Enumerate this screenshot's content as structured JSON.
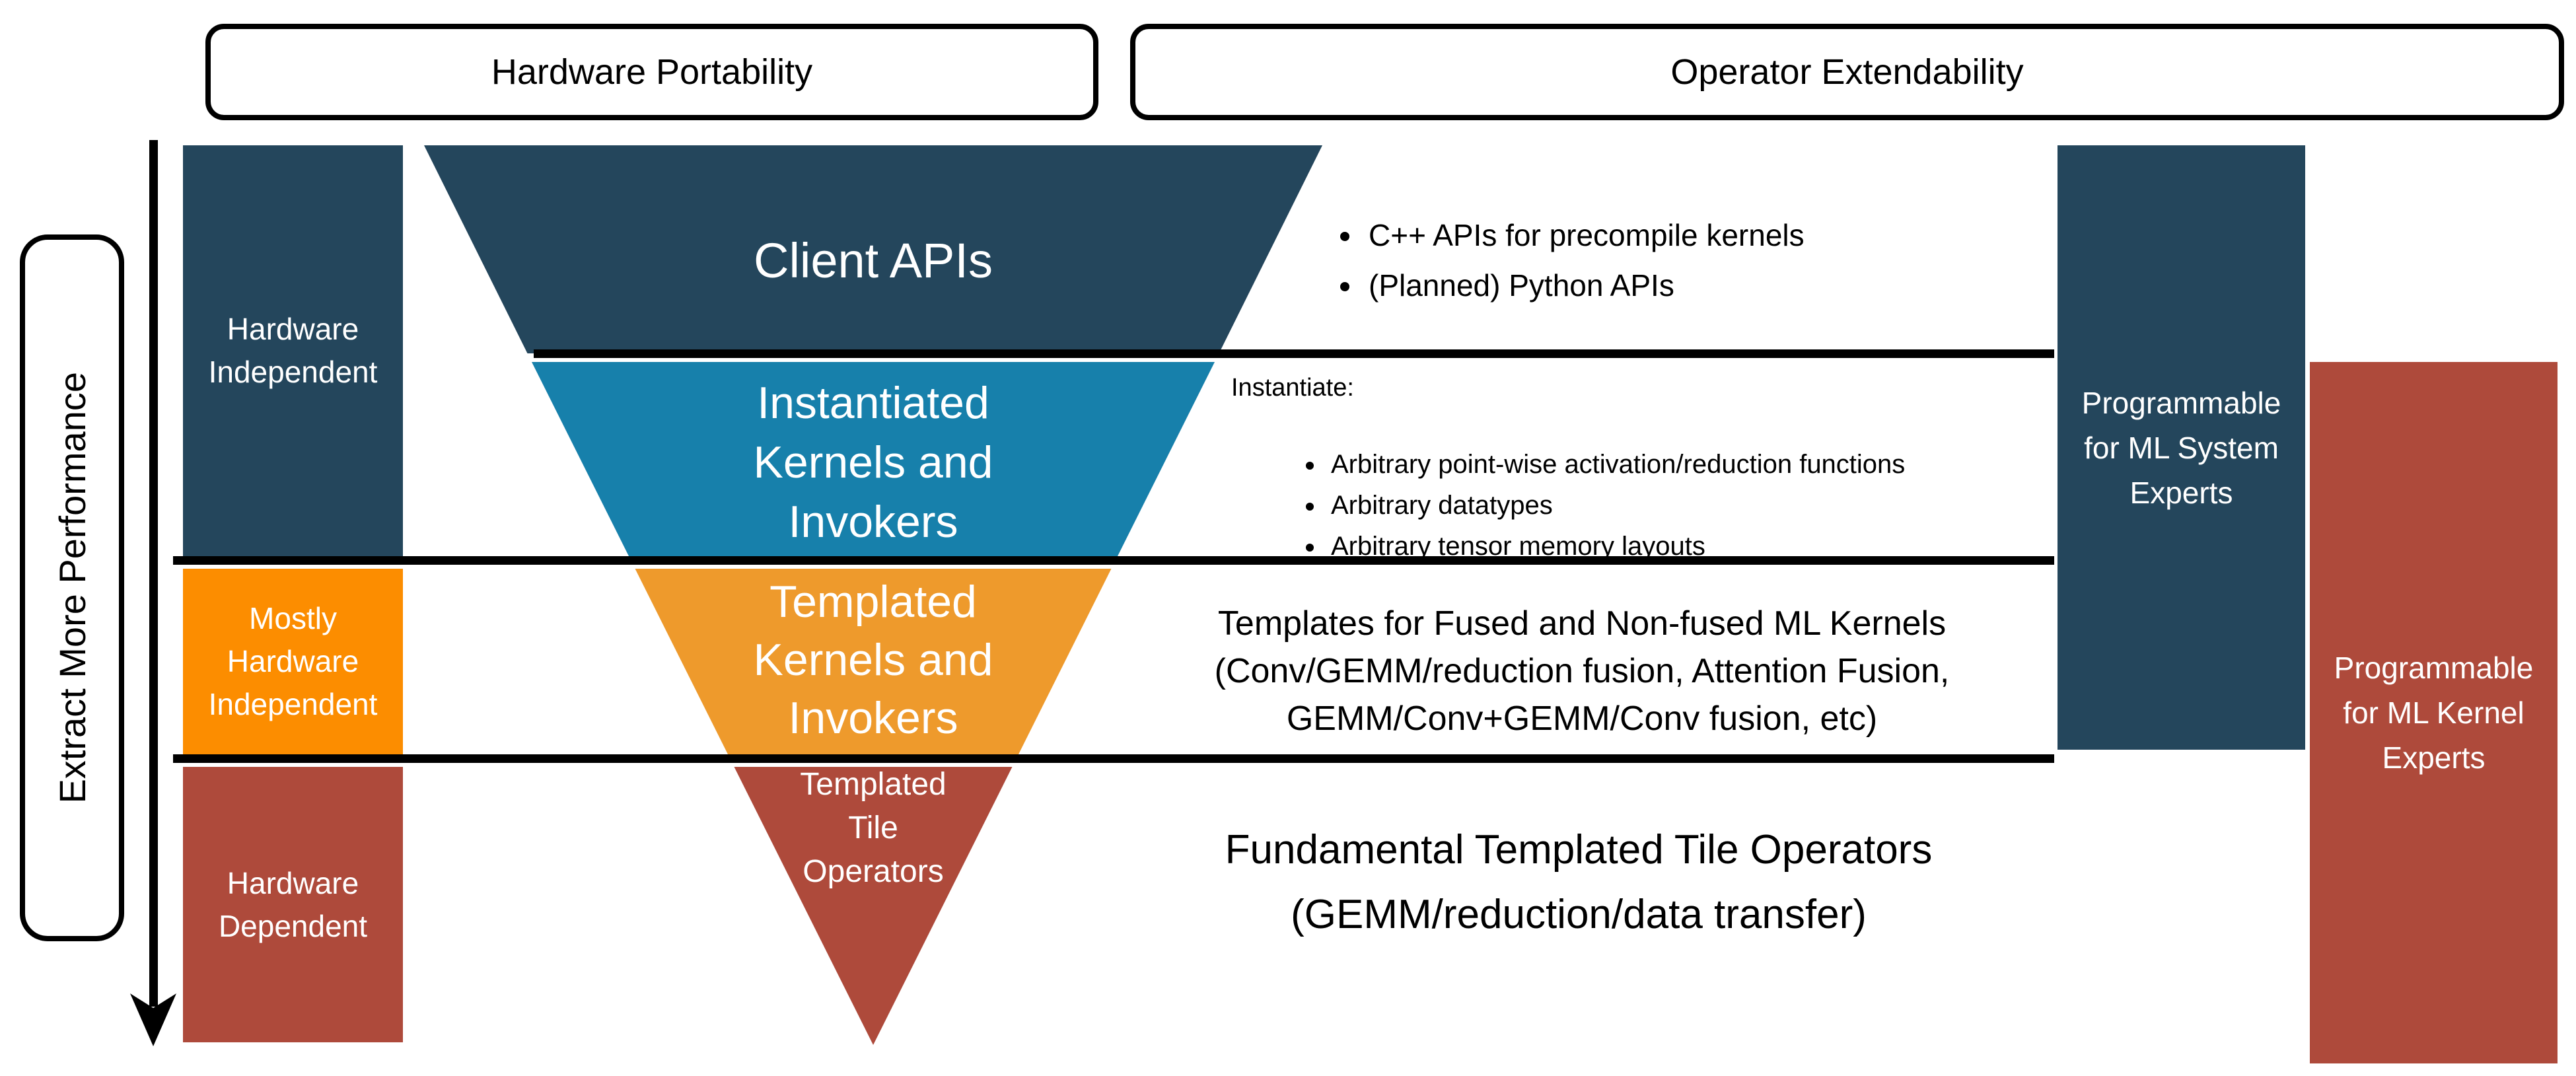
{
  "palette": {
    "navy": "#24465C",
    "teal": "#1780AB",
    "funnel_orange": "#EE9A2C",
    "bright_orange": "#FC8D00",
    "red": "#AE4A3B",
    "line_black": "#000000",
    "text_white": "#FFFFFF"
  },
  "top_labels": {
    "hardware_portability": "Hardware Portability",
    "operator_extendability": "Operator Extendability"
  },
  "performance_axis": {
    "label": "Extract More Performance",
    "arrow_icon": "down-arrow-icon"
  },
  "hardware_levels": [
    {
      "lines": [
        "Hardware",
        "Independent"
      ],
      "color": "#24465C"
    },
    {
      "lines": [
        "Mostly",
        "Hardware",
        "Independent"
      ],
      "color": "#FC8D00"
    },
    {
      "lines": [
        "Hardware",
        "Dependent"
      ],
      "color": "#AE4A3B"
    }
  ],
  "funnel_layers": [
    {
      "lines": [
        "Client APIs"
      ],
      "color": "#24465C"
    },
    {
      "lines": [
        "Instantiated",
        "Kernels and",
        "Invokers"
      ],
      "color": "#1780AB"
    },
    {
      "lines": [
        "Templated",
        "Kernels and",
        "Invokers"
      ],
      "color": "#EE9A2C"
    },
    {
      "lines": [
        "Templated",
        "Tile",
        "Operators"
      ],
      "color": "#AE4A3B"
    }
  ],
  "annotations": {
    "client_api_bullets": [
      "C++ APIs for precompile kernels",
      "(Planned) Python APIs"
    ],
    "instantiate_heading": "Instantiate:",
    "instantiate_bullets": [
      "Arbitrary point-wise activation/reduction functions",
      "Arbitrary datatypes",
      "Arbitrary tensor memory layouts"
    ],
    "templates_lines": [
      "Templates for Fused and Non-fused ML Kernels",
      "(Conv/GEMM/reduction fusion, Attention Fusion,",
      "GEMM/Conv+GEMM/Conv fusion, etc)"
    ],
    "fundamental_lines": [
      "Fundamental Templated Tile Operators",
      "(GEMM/reduction/data transfer)"
    ]
  },
  "expert_columns": [
    {
      "lines": [
        "Programmable",
        "for ML System",
        "Experts"
      ],
      "color": "#24465C"
    },
    {
      "lines": [
        "Programmable",
        "for ML Kernel",
        "Experts"
      ],
      "color": "#AE4A3B"
    }
  ]
}
